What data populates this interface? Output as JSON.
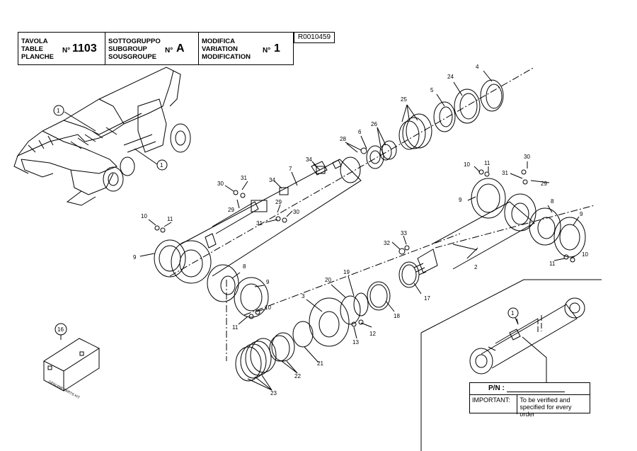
{
  "header": {
    "table": {
      "labels": [
        "TAVOLA",
        "TABLE",
        "PLANCHE"
      ],
      "no": "N°",
      "value": "1103"
    },
    "subgroup": {
      "labels": [
        "SOTTOGRUPPO",
        "SUBGROUP",
        "SOUSGROUPE"
      ],
      "no": "N°",
      "value": "A"
    },
    "modification": {
      "labels": [
        "MODIFICA",
        "VARIATION",
        "MODIFICATION"
      ],
      "no": "N°",
      "value": "1"
    },
    "reference": "R0010459"
  },
  "callouts": [
    "1",
    "1",
    "2",
    "3",
    "4",
    "5",
    "6",
    "7",
    "8",
    "8",
    "9",
    "9",
    "9",
    "9",
    "10",
    "10",
    "10",
    "10",
    "11",
    "11",
    "11",
    "11",
    "12",
    "13",
    "16",
    "17",
    "18",
    "19",
    "20",
    "21",
    "22",
    "23",
    "24",
    "25",
    "26",
    "28",
    "29",
    "29",
    "29",
    "30",
    "30",
    "30",
    "31",
    "31",
    "31",
    "32",
    "33",
    "34",
    "34"
  ],
  "kit_box": {
    "label": "GENUINE PARTS KIT"
  },
  "part_number_box": {
    "pn_label": "P/N :",
    "important_label": "IMPORTANT:",
    "important_text_1": "To be verified and",
    "important_text_2": "specified for every order"
  }
}
